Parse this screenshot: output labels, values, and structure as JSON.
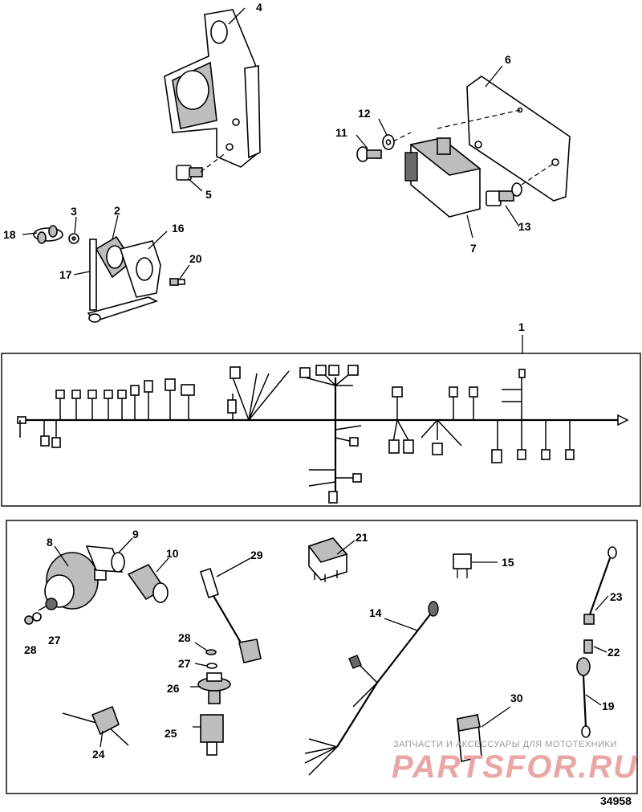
{
  "callouts": {
    "c1": "1",
    "c2": "2",
    "c3": "3",
    "c4": "4",
    "c5": "5",
    "c6": "6",
    "c7": "7",
    "c8": "8",
    "c9": "9",
    "c10": "10",
    "c11": "11",
    "c12": "12",
    "c13": "13",
    "c14": "14",
    "c15": "15",
    "c16": "16",
    "c17": "17",
    "c18": "18",
    "c19": "19",
    "c20": "20",
    "c21": "21",
    "c22": "22",
    "c23": "23",
    "c24": "24",
    "c25": "25",
    "c26": "26",
    "c27a": "27",
    "c27b": "27",
    "c28a": "28",
    "c28b": "28",
    "c29": "29",
    "c30": "30"
  },
  "figure_number": "34958",
  "watermark": {
    "line1": "ЗАПЧАСТИ И АКСЕССУАРЫ ДЛЯ МОТОТЕХНИКИ",
    "line2": "PARTSFOR.RU"
  },
  "colors": {
    "watermark_logo": "#e9a6a6",
    "watermark_text": "#9a9a9a",
    "line": "#000000"
  }
}
